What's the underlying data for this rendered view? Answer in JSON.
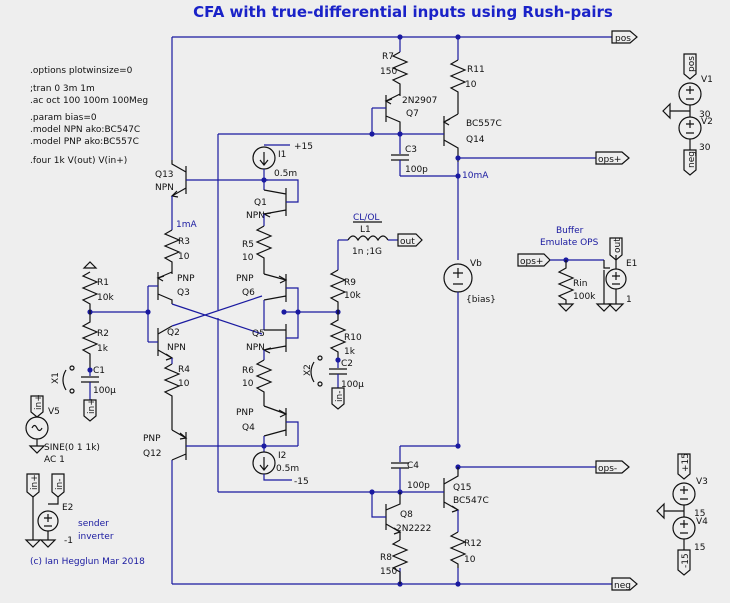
{
  "title": "CFA with true-differential inputs using Rush-pairs",
  "directives": [
    ".options plotwinsize=0",
    ";tran 0 3m 1m",
    ".ac oct 100 100m 100Meg",
    ".param bias=0",
    ".model NPN ako:BC547C",
    ".model PNP ako:BC557C",
    ".four 1k V(out)  V(in+)"
  ],
  "credit": "(c) Ian Hegglun Mar 2018",
  "nets": {
    "pos": "pos",
    "neg": "neg",
    "ops_plus": "ops+",
    "ops_minus": "ops-",
    "out": "out",
    "in_plus": "in+",
    "in_minus": "in-",
    "p15": "+15",
    "m15": "-15",
    "v15a": "15",
    "v15b": "-15"
  },
  "annotations": {
    "q13_current": "1mA",
    "out_current": "10mA",
    "cl_ol": "CL/OL",
    "buffer": "Buffer",
    "emulate": "Emulate OPS",
    "sender": "sender",
    "inverter": "inverter"
  },
  "components": {
    "R7": {
      "name": "R7",
      "value": "150"
    },
    "R11": {
      "name": "R11",
      "value": "10"
    },
    "Q7": {
      "name": "Q7",
      "model": "2N2907"
    },
    "Q14": {
      "name": "Q14",
      "model": "BC557C"
    },
    "C3": {
      "name": "C3",
      "value": "100p"
    },
    "Q13": {
      "name": "Q13",
      "type": "NPN"
    },
    "I1": {
      "name": "I1",
      "value": "0.5m"
    },
    "Q1": {
      "name": "Q1",
      "type": "NPN"
    },
    "R3": {
      "name": "R3",
      "value": "10"
    },
    "R5": {
      "name": "R5",
      "value": "10"
    },
    "L1": {
      "name": "L1",
      "value": "1n ;1G"
    },
    "R1": {
      "name": "R1",
      "value": "10k"
    },
    "Q3": {
      "name": "Q3",
      "type": "PNP"
    },
    "Q6": {
      "name": "Q6",
      "type": "PNP"
    },
    "R9": {
      "name": "R9",
      "value": "10k"
    },
    "Vb": {
      "name": "Vb",
      "value": "{bias}"
    },
    "Rin": {
      "name": "Rin",
      "value": "100k"
    },
    "E1": {
      "name": "E1",
      "value": "1"
    },
    "Q2": {
      "name": "Q2",
      "type": "NPN"
    },
    "R2": {
      "name": "R2",
      "value": "1k"
    },
    "Q5": {
      "name": "Q5",
      "type": "NPN"
    },
    "R10": {
      "name": "R10",
      "value": "1k"
    },
    "C1": {
      "name": "C1",
      "value": "100µ"
    },
    "C2": {
      "name": "C2",
      "value": "100µ"
    },
    "X1": {
      "name": "X1"
    },
    "X2": {
      "name": "X2"
    },
    "R4": {
      "name": "R4",
      "value": "10"
    },
    "R6": {
      "name": "R6",
      "value": "10"
    },
    "V5": {
      "name": "V5",
      "value": "SINE(0 1 1k)",
      "ac": "AC 1"
    },
    "Q4": {
      "name": "Q4",
      "type": "PNP"
    },
    "Q12": {
      "name": "Q12",
      "type": "PNP"
    },
    "I2": {
      "name": "I2",
      "value": "0.5m"
    },
    "C4": {
      "name": "C4",
      "value": "100p"
    },
    "Q15": {
      "name": "Q15",
      "model": "BC547C"
    },
    "Q8": {
      "name": "Q8",
      "model": "2N2222"
    },
    "R12": {
      "name": "R12",
      "value": "10"
    },
    "R8": {
      "name": "R8",
      "value": "150"
    },
    "E2": {
      "name": "E2",
      "value": "-1"
    },
    "V1": {
      "name": "V1",
      "value": "30"
    },
    "V2": {
      "name": "V2",
      "value": "30"
    },
    "V3": {
      "name": "V3",
      "value": "15"
    },
    "V4": {
      "name": "V4",
      "value": "15"
    }
  }
}
